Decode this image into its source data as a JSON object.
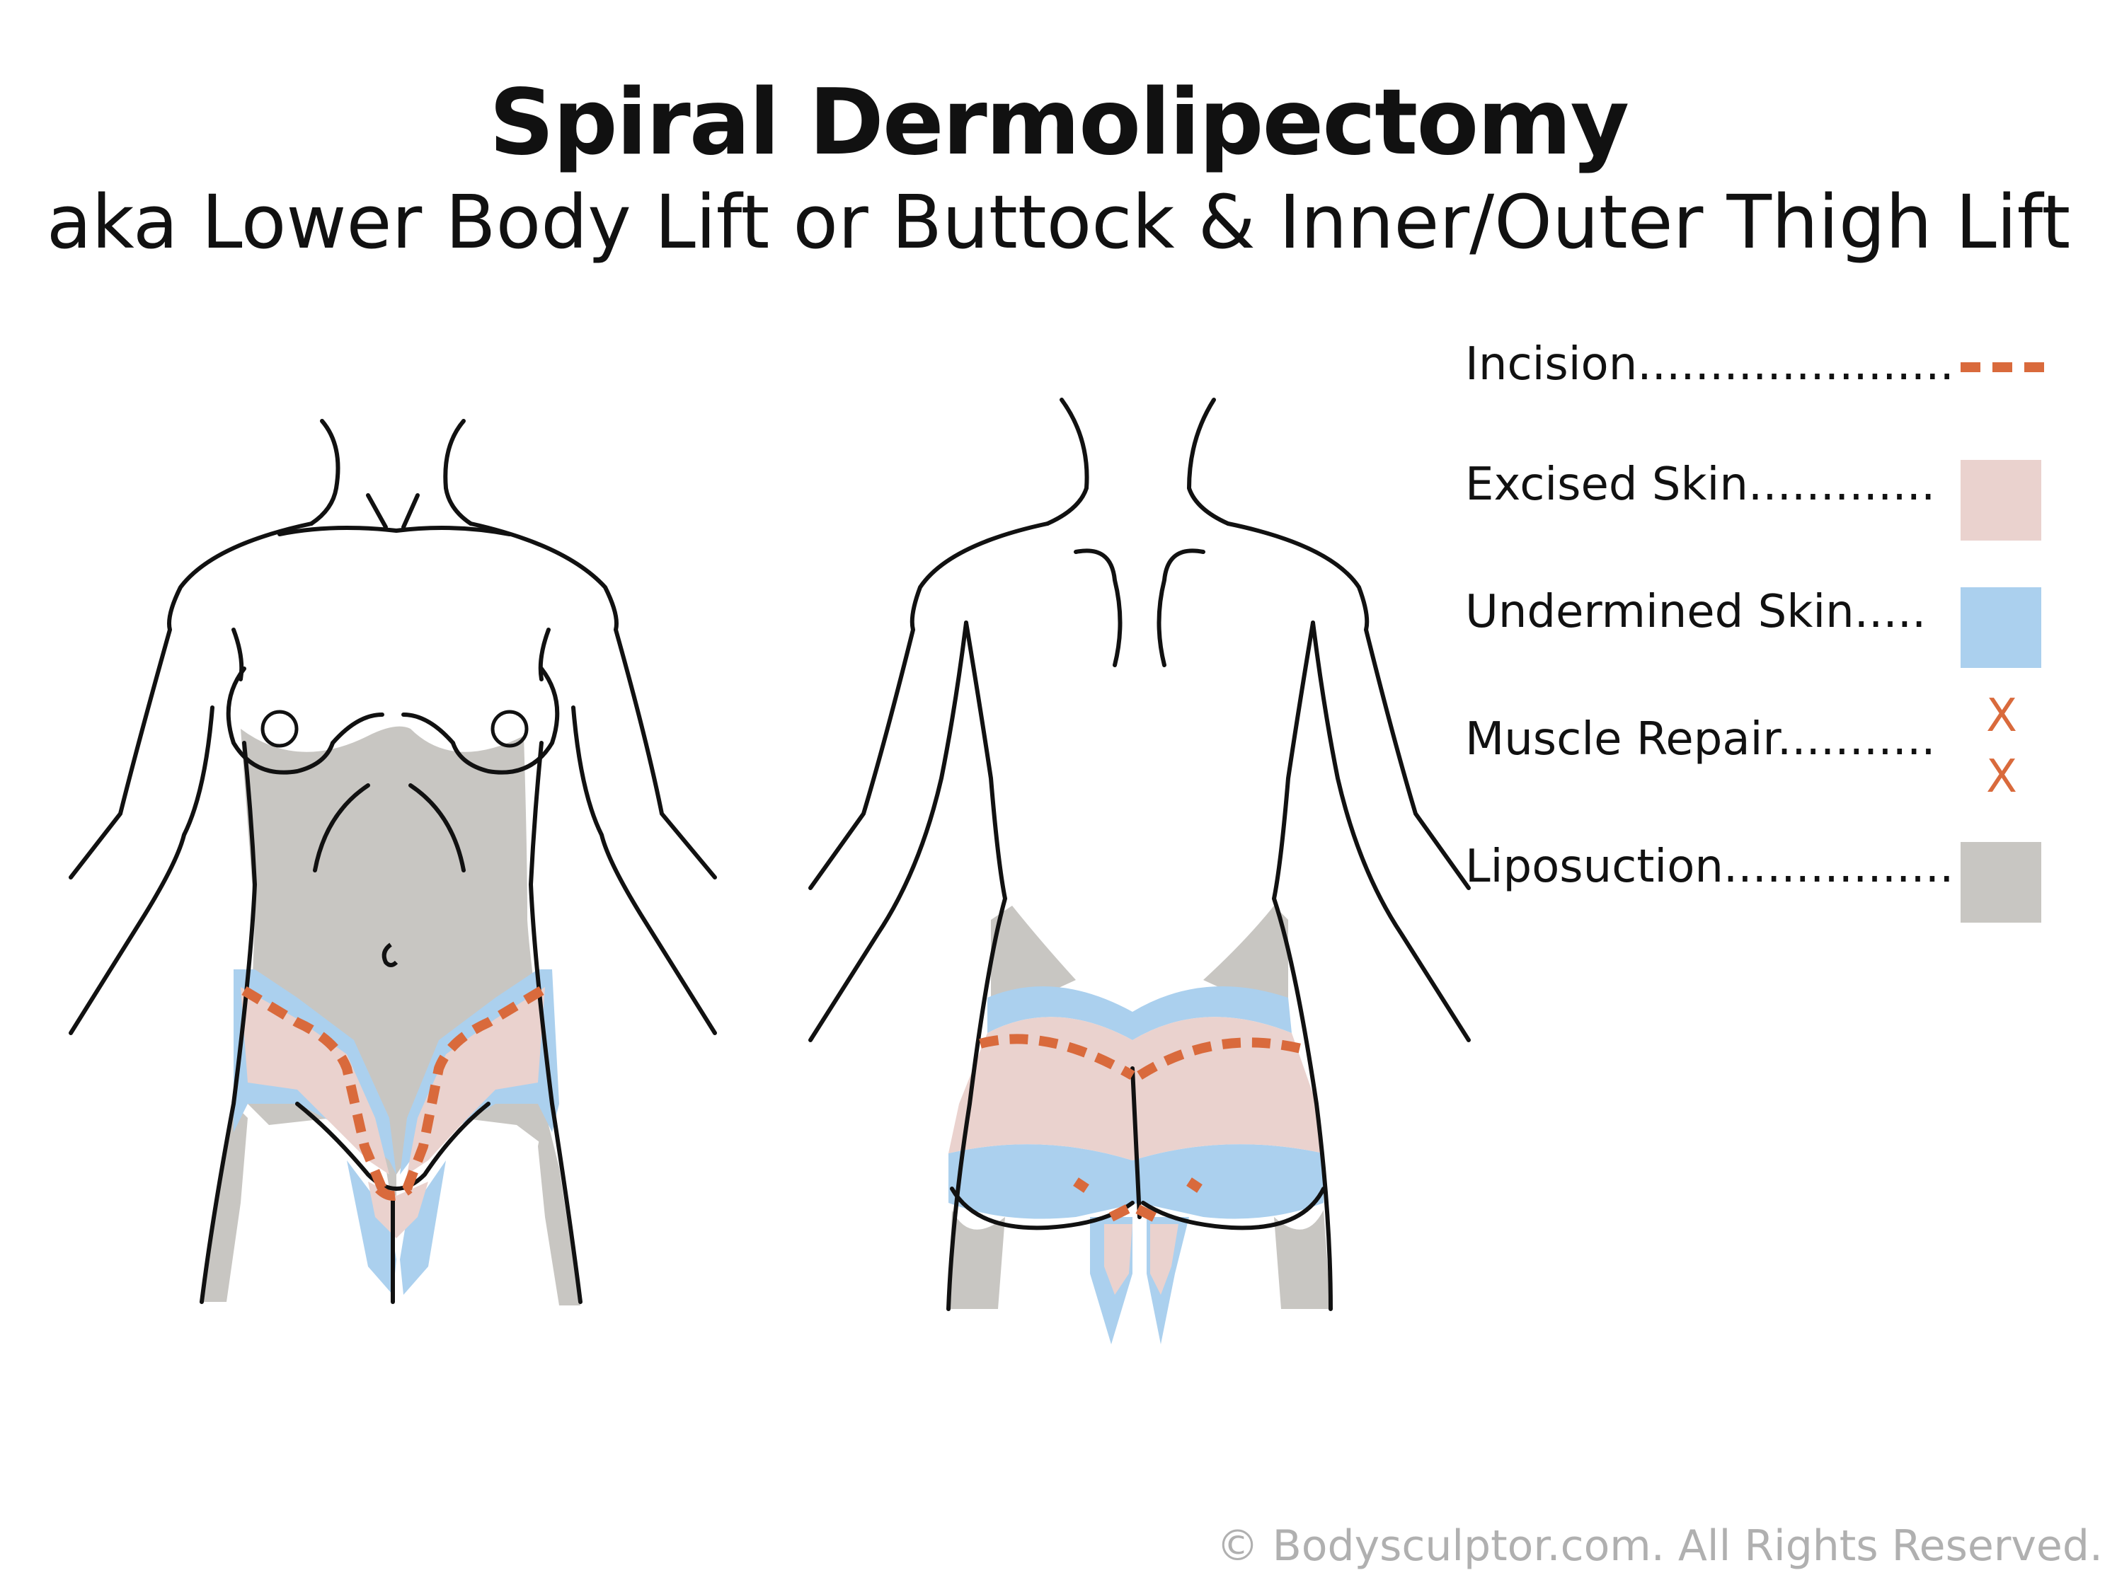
{
  "title": "Spiral Dermolipectomy",
  "subtitle": "aka Lower Body Lift or Buttock & Inner/Outer Thigh Lift",
  "legend": [
    {
      "label": "Incision......................",
      "swatch": "incision"
    },
    {
      "label": "Excised Skin.............",
      "swatch": "excised"
    },
    {
      "label": "Undermined Skin.....",
      "swatch": "undermined"
    },
    {
      "label": "Muscle Repair...........",
      "swatch": "muscle",
      "marks": [
        "X",
        "X"
      ]
    },
    {
      "label": "Liposuction................",
      "swatch": "lipo"
    }
  ],
  "colors": {
    "incision": "#D96A3C",
    "excised": "#EAD2CE",
    "undermined": "#ABD0EE",
    "lipo": "#C8C6C2",
    "outline": "#111111"
  },
  "credit": "© Bodysculptor.com.  All Rights Reserved."
}
